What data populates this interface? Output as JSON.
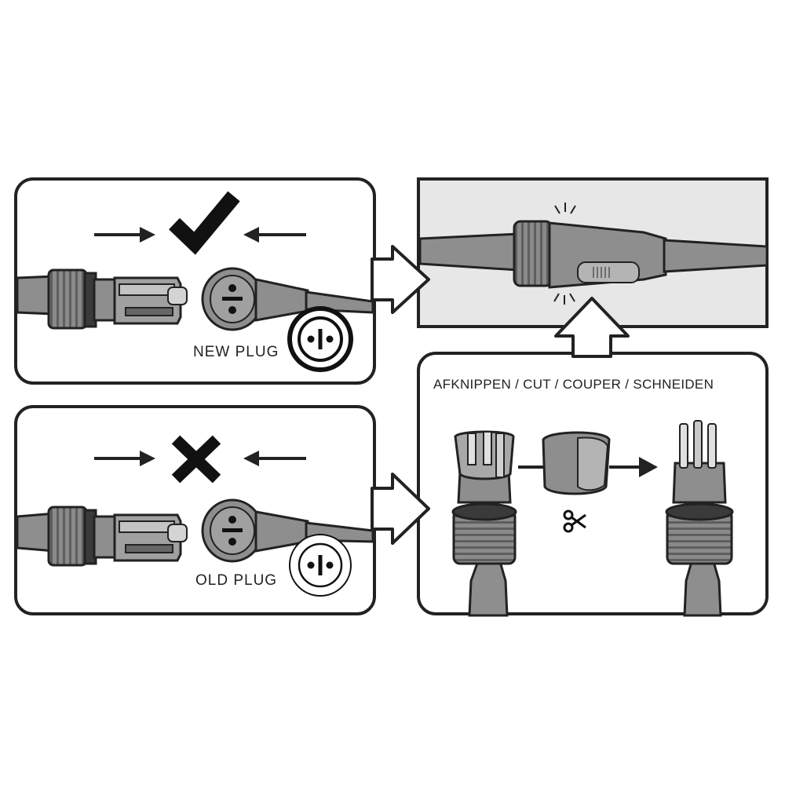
{
  "panels": {
    "new_plug": {
      "label": "NEW PLUG",
      "verdict_icon": "checkmark-icon",
      "plug_face_icon": "plug-face-dot-bar-dot-icon"
    },
    "old_plug": {
      "label": "OLD PLUG",
      "verdict_icon": "x-mark-icon",
      "plug_face_icon": "plug-face-dot-bar-dot-icon"
    },
    "connected": {
      "icon": "connected-plugs-icon"
    },
    "cut": {
      "label": "AFKNIPPEN / CUT / COUPER / SCHNEIDEN",
      "tool_icon": "scissors-icon"
    }
  },
  "colors": {
    "outline": "#222222",
    "plug_fill": "#8e8e8e",
    "plug_light": "#b4b4b4",
    "plug_dark": "#5a5a5a",
    "panel_fill": "#e7e7e7",
    "background": "#ffffff"
  }
}
